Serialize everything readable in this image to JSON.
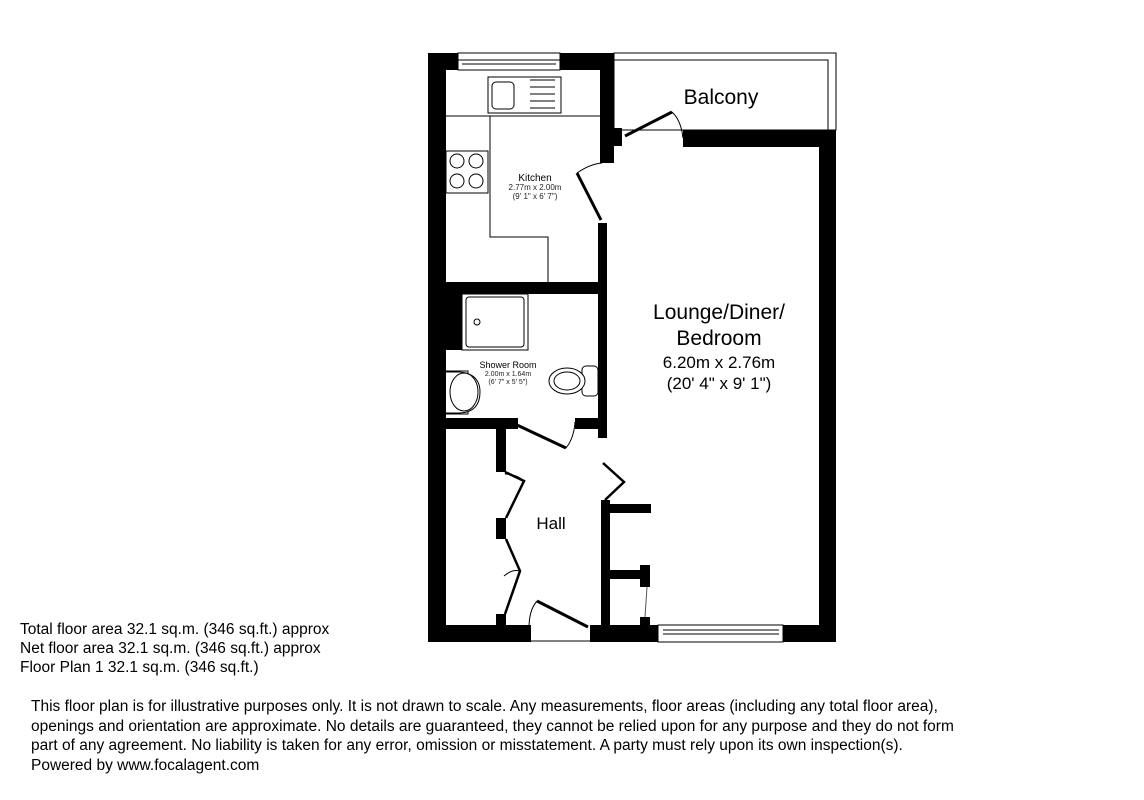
{
  "floor_plan": {
    "rooms": [
      {
        "id": "kitchen",
        "name": "Kitchen",
        "dimensions_metric": "2.77m x 2.00m",
        "dimensions_imperial": "(9' 1\" x 6' 7\")"
      },
      {
        "id": "balcony",
        "name": "Balcony"
      },
      {
        "id": "shower_room",
        "name": "Shower Room",
        "dimensions_metric": "2.00m x 1.64m",
        "dimensions_imperial": "(6' 7\" x 5' 5\")"
      },
      {
        "id": "lounge",
        "name_line1": "Lounge/Diner/",
        "name_line2": "Bedroom",
        "dimensions_metric": "6.20m x 2.76m",
        "dimensions_imperial": "(20' 4\" x 9' 1\")"
      },
      {
        "id": "hall",
        "name": "Hall"
      }
    ],
    "fixtures": [
      "sink-icon",
      "hob-icon",
      "shower-tray-icon",
      "washbasin-icon",
      "toilet-icon",
      "window-icon",
      "door-icon"
    ],
    "colors": {
      "wall": "#000000",
      "background": "#ffffff",
      "outline": "#000000"
    }
  },
  "area_summary": {
    "lines": [
      "Total floor area 32.1 sq.m. (346 sq.ft.) approx",
      "Net floor area 32.1 sq.m. (346 sq.ft.) approx",
      "Floor Plan 1 32.1 sq.m. (346 sq.ft.)"
    ]
  },
  "disclaimer": {
    "lines": [
      "This floor plan is for illustrative purposes only. It is not drawn to scale. Any measurements, floor areas (including any total floor area),",
      "openings and orientation are approximate. No details are guaranteed, they cannot be relied upon for any purpose and they do not form",
      "part of any agreement. No liability is taken for any error, omission or misstatement. A party must rely upon its own inspection(s).",
      "Powered by www.focalagent.com"
    ]
  }
}
